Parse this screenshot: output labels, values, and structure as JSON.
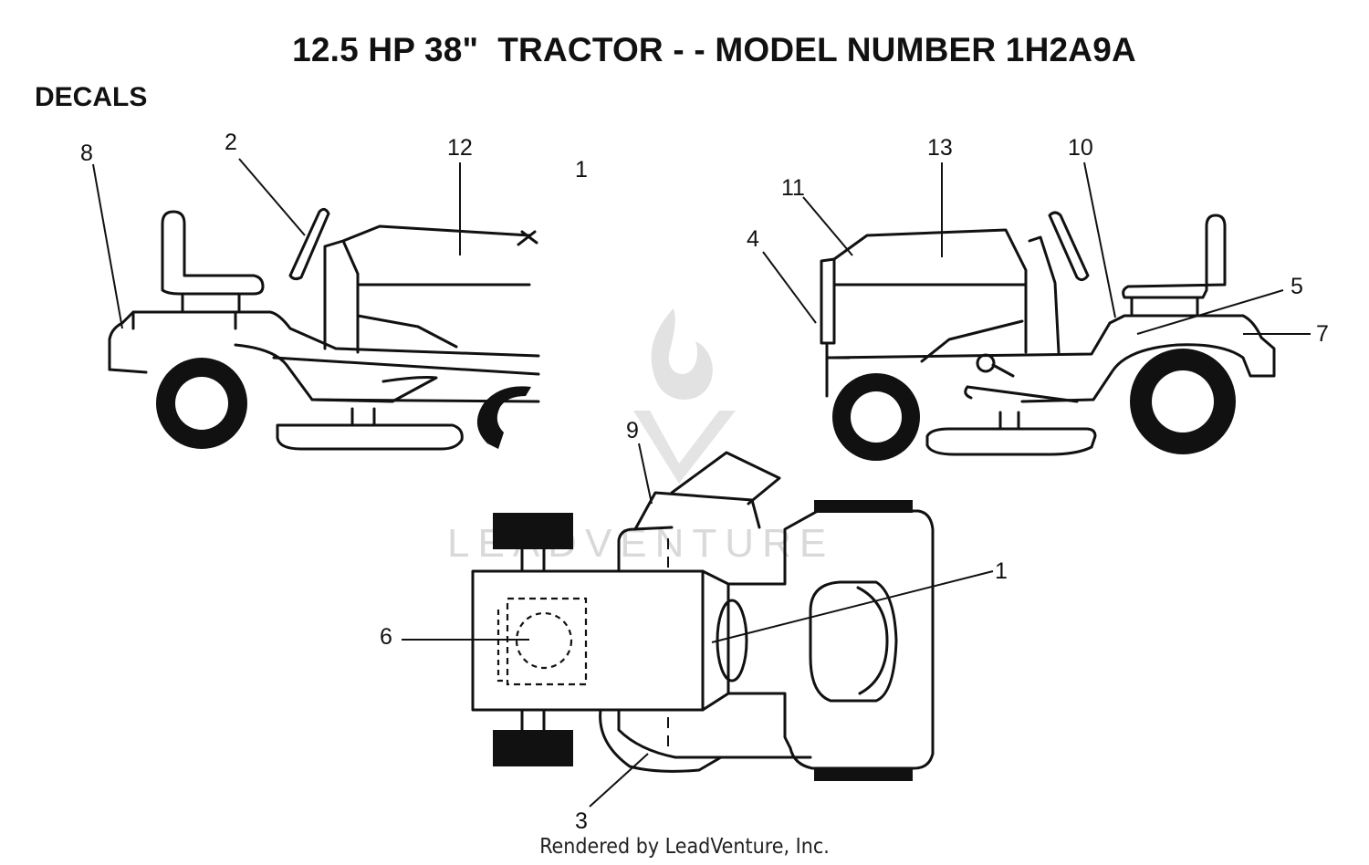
{
  "title": "12.5 HP 38\"  TRACTOR - - MODEL NUMBER 1H2A9A",
  "section": "DECALS",
  "watermark": "LEADVENTURE",
  "footer": "Rendered by LeadVenture, Inc.",
  "callouts": {
    "c8": "8",
    "c2": "2",
    "c12": "12",
    "c1_top": "1",
    "c13": "13",
    "c11": "11",
    "c10": "10",
    "c4": "4",
    "c5": "5",
    "c7": "7",
    "c9": "9",
    "c1": "1",
    "c6": "6",
    "c3": "3"
  }
}
